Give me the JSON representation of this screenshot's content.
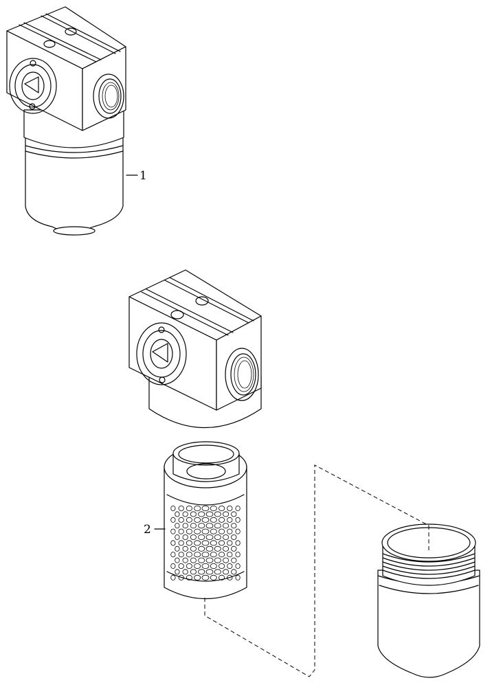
{
  "callouts": [
    {
      "label": "1"
    },
    {
      "label": "2"
    }
  ],
  "filter_element": {
    "hole_rows": 13,
    "hole_cols": 9
  }
}
